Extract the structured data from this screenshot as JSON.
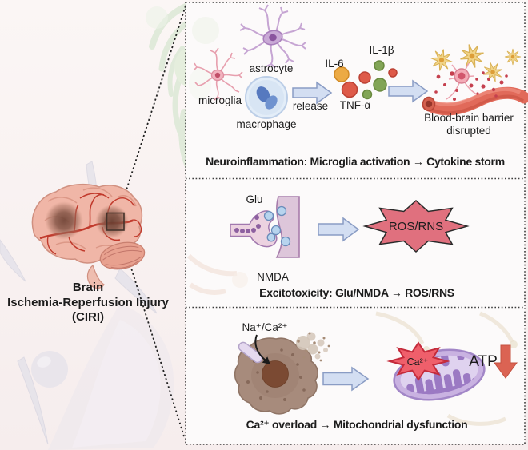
{
  "figure": {
    "brain_label": {
      "line1": "Brain",
      "line2": "Ischemia-Reperfusion Injury",
      "line3": "(CIRI)"
    },
    "panel1": {
      "cells": {
        "microglia": "microglia",
        "astrocyte": "astrocyte",
        "macrophage": "macrophage"
      },
      "release_label": "release",
      "cytokines": {
        "il6": "IL-6",
        "il1b": "IL-1β",
        "tnfa": "TNF-α"
      },
      "bbb_line1": "Blood-brain barrier",
      "bbb_line2": "disrupted",
      "caption": "Neuroinflammation: Microglia activation → Cytokine storm"
    },
    "panel2": {
      "glu": "Glu",
      "nmda": "NMDA",
      "ros": "ROS/RNS",
      "caption": "Excitotoxicity: Glu/NMDA → ROS/RNS"
    },
    "panel3": {
      "na_ca": "Na⁺/Ca²⁺",
      "ca": "Ca²⁺",
      "atp": "ATP",
      "caption": "Ca²⁺ overload → Mitochondrial dysfunction"
    },
    "colors": {
      "arrow_fill": "#d3def2",
      "arrow_stroke": "#8a9cc4",
      "il6_dot": "#ecaa44",
      "il1b_dot": "#82a556",
      "tnfa_dot": "#de5a49",
      "ros_star": "#e0707e",
      "ca_star": "#ef5f6b",
      "atp_arrow": "#db6353"
    }
  }
}
